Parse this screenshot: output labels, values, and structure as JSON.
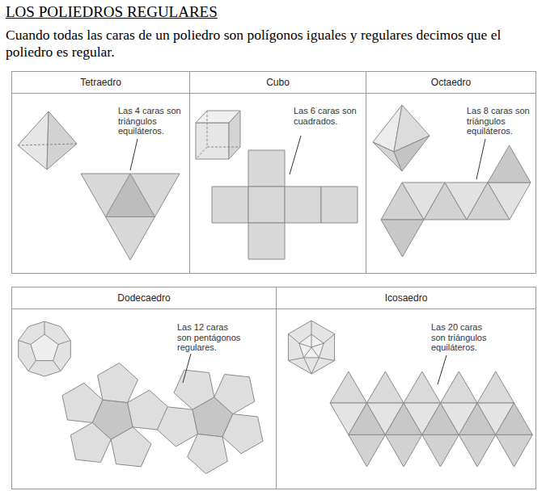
{
  "diagram": {
    "title": "LOS POLIEDROS REGULARES",
    "nodes": [
      {
        "text": [
          "Tetraedro",
          "Las 4 caras son triángulos equiláteros."
        ]
      },
      {
        "text": [
          "Cubo",
          "Las 6 caras son cuadrados."
        ]
      },
      {
        "text": [
          "Octaedro",
          "Las 8 caras son triángulos equiláteros."
        ]
      },
      {
        "text": [
          "Dodecaedro",
          "Las 12 caras son pentágonos regulares."
        ]
      },
      {
        "text": [
          "Icosaedro",
          "Las 20 caras son triángulos equiláteros."
        ]
      }
    ],
    "labels": [
      "Cuando todas las caras de un poliedro son polígonos iguales y regulares decimos que el poliedro es regular."
    ]
  }
}
